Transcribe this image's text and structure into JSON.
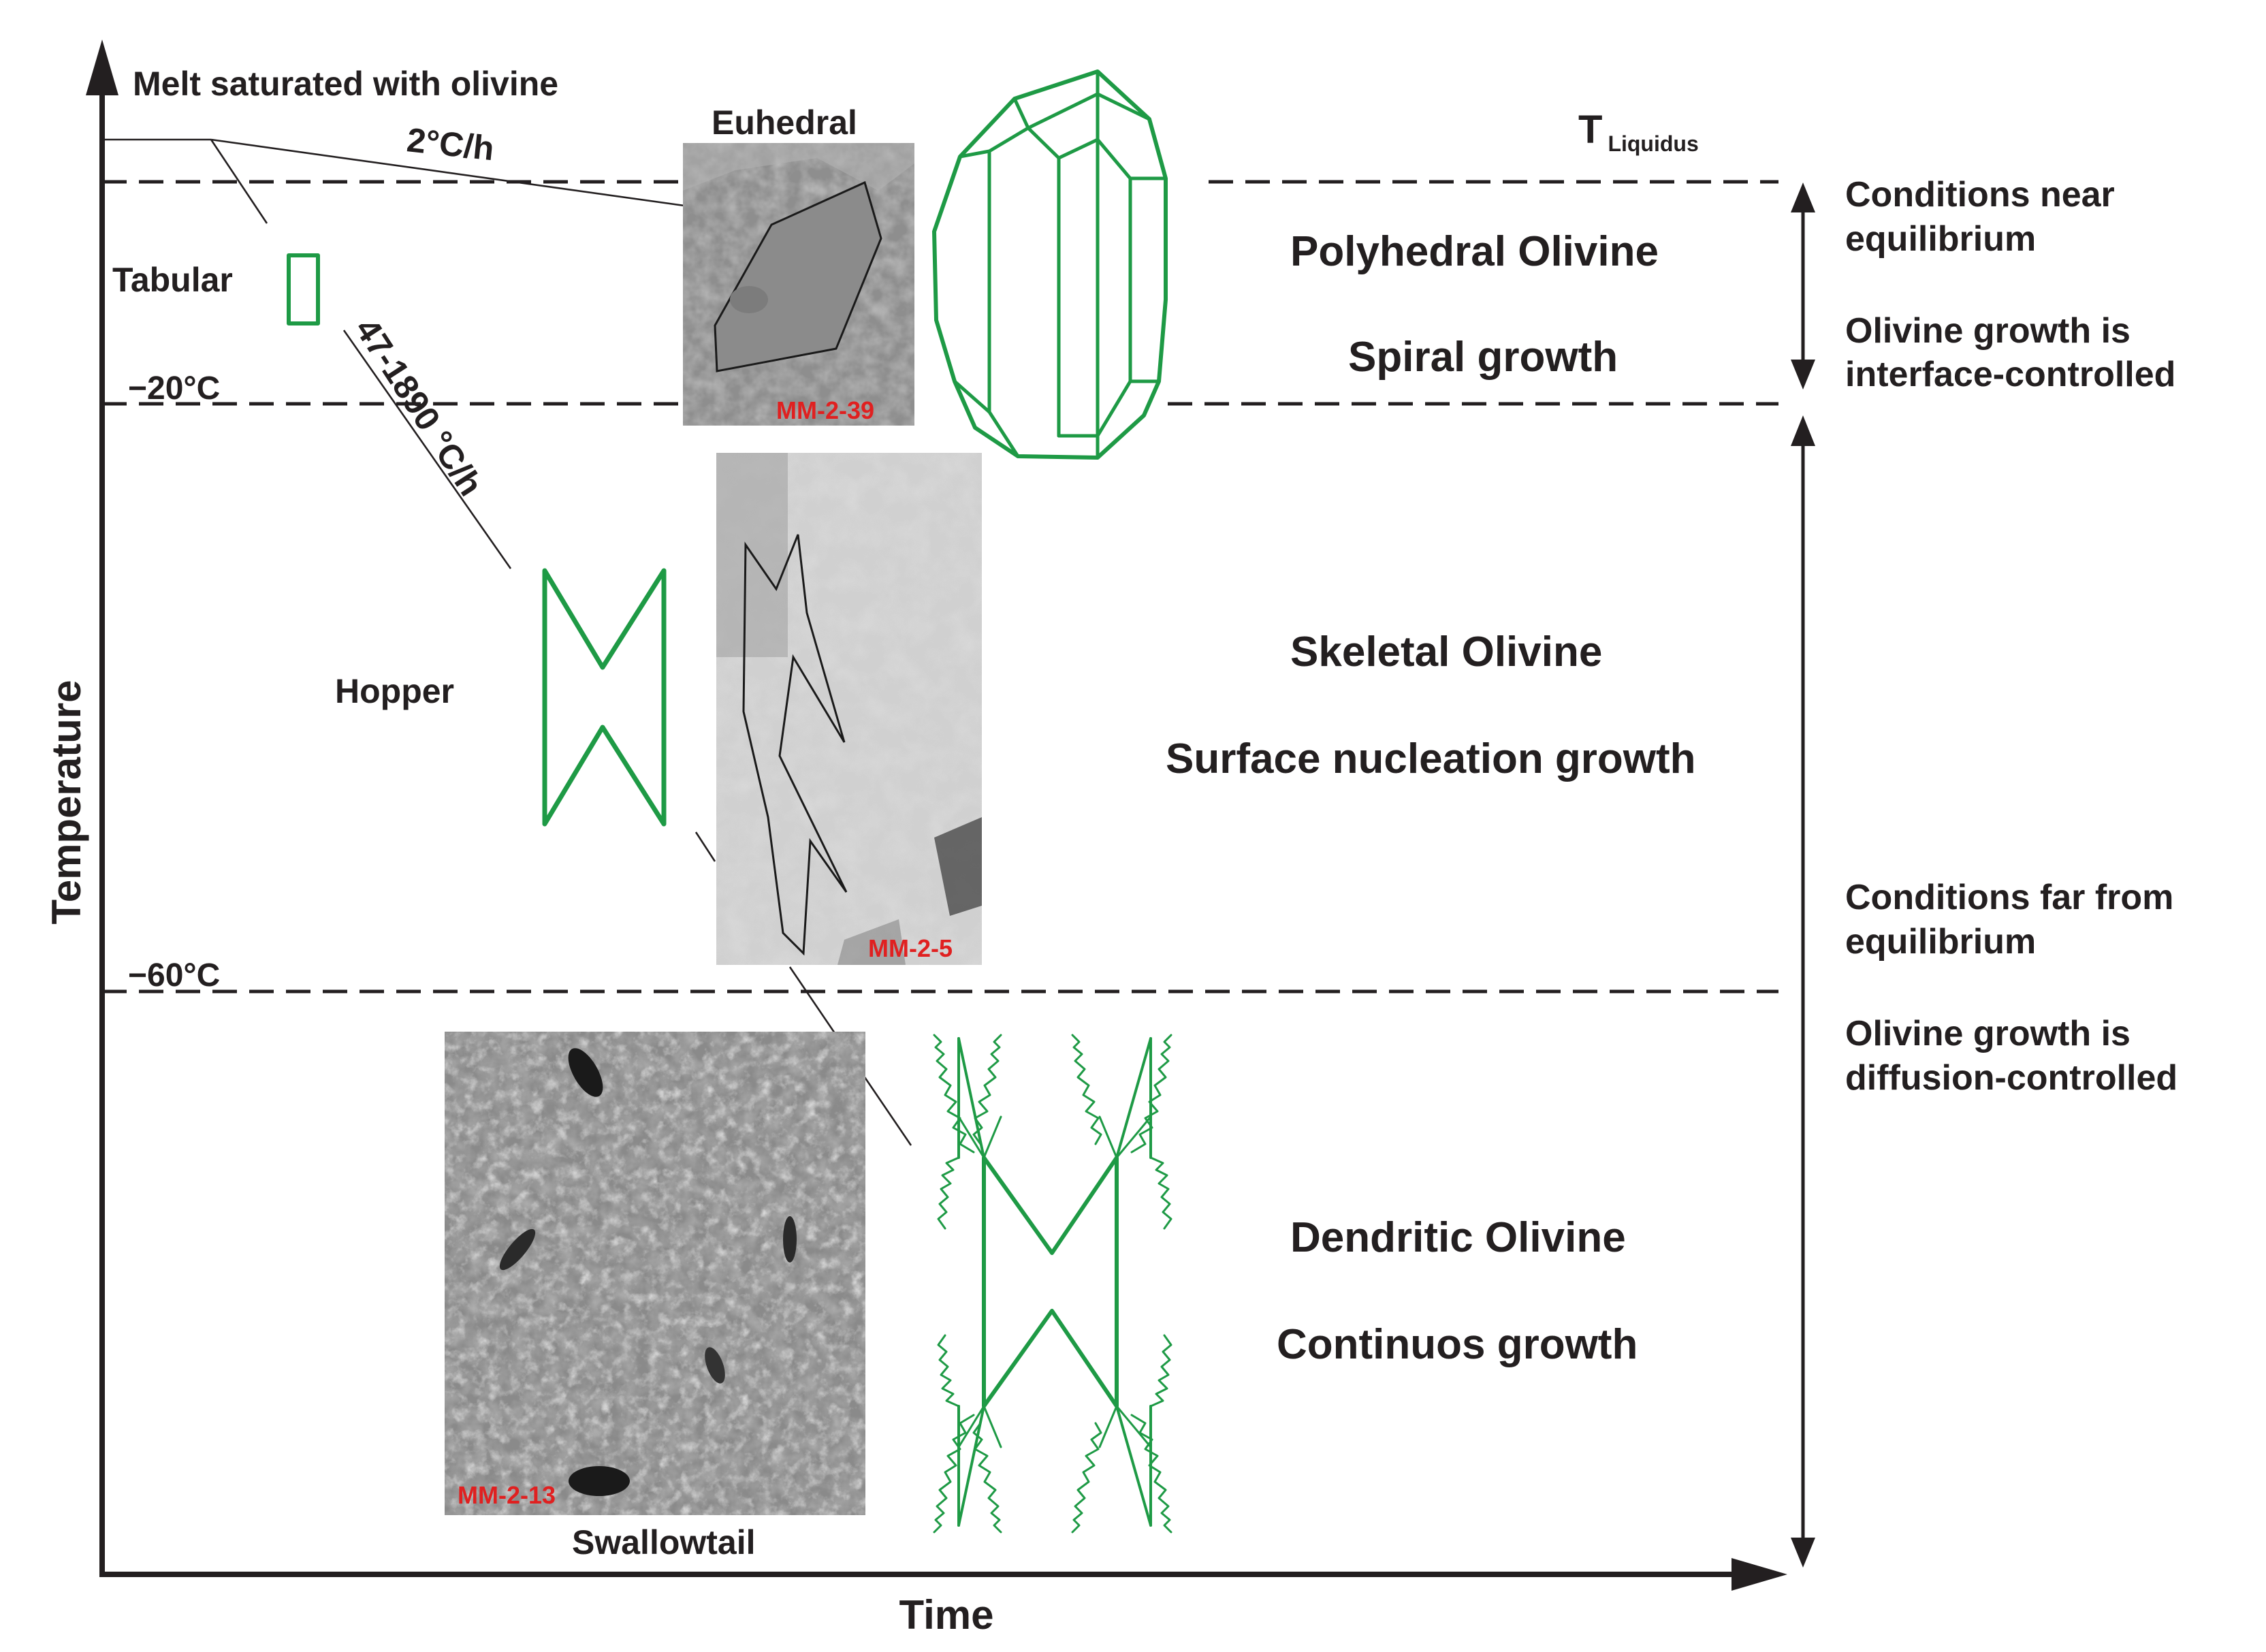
{
  "axes": {
    "y_label": "Temperature",
    "x_label": "Time"
  },
  "top_labels": {
    "melt": "Melt saturated with olivine",
    "rate_slow": "2°C/h",
    "rate_fast": "47-1890 °C/h",
    "liquidus_main": "T",
    "liquidus_sub": "Liquidus"
  },
  "temperature_marks": {
    "minus20": "−20°C",
    "minus60": "−60°C"
  },
  "habits": {
    "euhedral": "Euhedral",
    "tabular": "Tabular",
    "hopper": "Hopper",
    "swallowtail": "Swallowtail"
  },
  "samples": {
    "s1": "MM-2-39",
    "s2": "MM-2-5",
    "s3": "MM-2-13"
  },
  "regimes": {
    "polyhedral_title": "Polyhedral Olivine",
    "polyhedral_growth": "Spiral growth",
    "skeletal_title": "Skeletal Olivine",
    "skeletal_growth": "Surface nucleation growth",
    "dendritic_title": "Dendritic Olivine",
    "dendritic_growth": "Continuos growth"
  },
  "conditions": {
    "near_1": "Conditions near",
    "near_2": "equilibrium",
    "interface_1": "Olivine growth is",
    "interface_2": "interface-controlled",
    "far_1": "Conditions far from",
    "far_2": "equilibrium",
    "diffusion_1": "Olivine growth is",
    "diffusion_2": "diffusion-controlled"
  },
  "colors": {
    "crystal_outline": "#1e9a45",
    "sample_label": "#e02020",
    "axis": "#231f20"
  }
}
